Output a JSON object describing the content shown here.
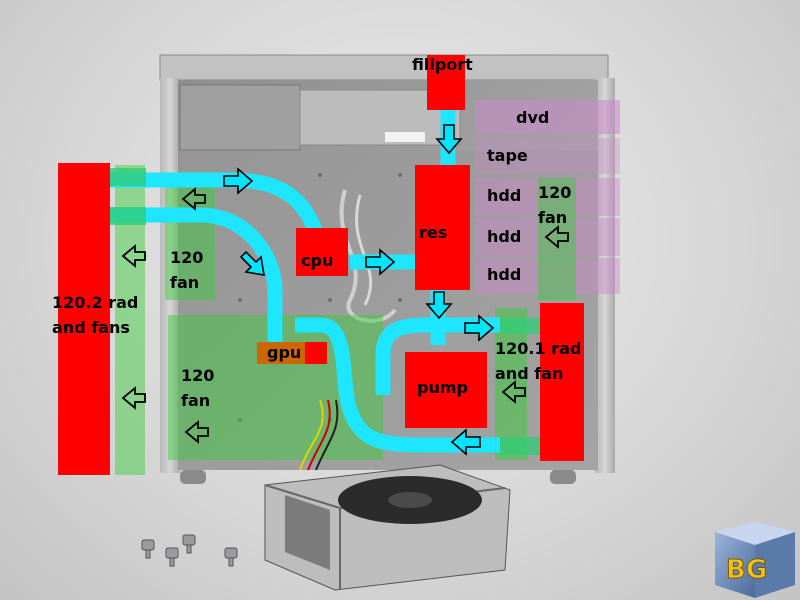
{
  "colors": {
    "radiator": "#ff0000",
    "pump": "#ff0000",
    "tubing": "#1ee6ff",
    "fan_overlay": "#33cc33",
    "drive_overlay": "#cc88cc",
    "gpu_block": "#cc6600",
    "arrow_fill": "#00e5ff"
  },
  "components": {
    "fillport": "fillport",
    "res": "res",
    "cpu": "cpu",
    "gpu": "gpu",
    "pump": "pump",
    "rad_left": "120.2 rad and fans",
    "rad_right": "120.1 rad and fan",
    "fan_front": "120 fan",
    "fan_mid": "120 fan",
    "fan_bottom": "120 fan"
  },
  "drive_bays": {
    "dvd": "dvd",
    "tape": "tape",
    "hdd1": "hdd",
    "hdd2": "hdd",
    "hdd3": "hdd"
  },
  "logo": {
    "letters": "BG"
  },
  "icons": [
    "flow-arrow-icon"
  ]
}
